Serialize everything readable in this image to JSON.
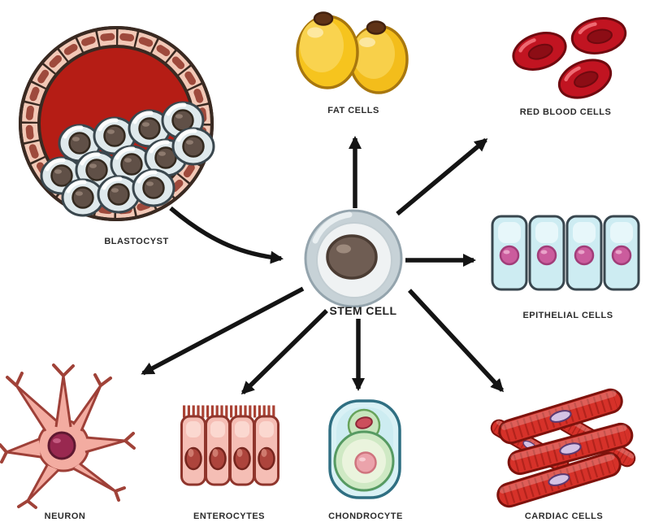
{
  "diagram": {
    "source": {
      "id": "blastocyst",
      "label": "BLASTOCYST"
    },
    "center": {
      "id": "stem-cell",
      "label": "STEM CELL"
    },
    "derivatives": [
      {
        "id": "fat-cells",
        "label": "FAT CELLS"
      },
      {
        "id": "red-blood-cells",
        "label": "RED BLOOD CELLS"
      },
      {
        "id": "epithelial-cells",
        "label": "EPITHELIAL CELLS"
      },
      {
        "id": "neuron",
        "label": "NEURON"
      },
      {
        "id": "enterocytes",
        "label": "ENTEROCYTES"
      },
      {
        "id": "chondrocyte",
        "label": "CHONDROCYTE"
      },
      {
        "id": "cardiac-cells",
        "label": "CARDIAC CELLS"
      }
    ],
    "arrows": [
      {
        "from": "blastocyst",
        "to": "stem-cell"
      },
      {
        "from": "stem-cell",
        "to": "fat-cells"
      },
      {
        "from": "stem-cell",
        "to": "red-blood-cells"
      },
      {
        "from": "stem-cell",
        "to": "epithelial-cells"
      },
      {
        "from": "stem-cell",
        "to": "neuron"
      },
      {
        "from": "stem-cell",
        "to": "enterocytes"
      },
      {
        "from": "stem-cell",
        "to": "chondrocyte"
      },
      {
        "from": "stem-cell",
        "to": "cardiac-cells"
      }
    ],
    "colors": {
      "background": "#ffffff",
      "arrow": "#141414",
      "label_text": "#2b2b2b",
      "blastocyst_red": "#b51d15",
      "fat_yellow": "#f6c41e",
      "rbc_red": "#c11421",
      "epithelial_blue": "#cdecf2",
      "neuron_pink": "#f3aca1",
      "enterocyte_pink": "#f5beb5",
      "chondrocyte_green": "#cfe9c4",
      "cardiac_red": "#d63129"
    }
  }
}
